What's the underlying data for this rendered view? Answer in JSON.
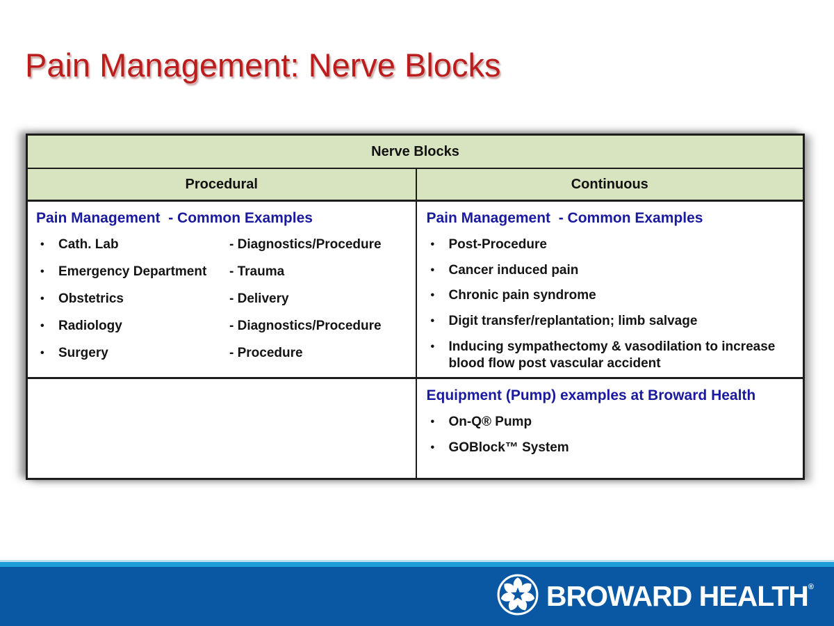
{
  "slide": {
    "title": "Pain Management: Nerve Blocks"
  },
  "table": {
    "title": "Nerve Blocks",
    "column_headers": {
      "left": "Procedural",
      "right": "Continuous"
    },
    "procedural": {
      "heading": "Pain Management  - Common Examples",
      "items": [
        {
          "dept": "Cath. Lab",
          "desc": "- Diagnostics/Procedure"
        },
        {
          "dept": "Emergency Department",
          "desc": "- Trauma"
        },
        {
          "dept": "Obstetrics",
          "desc": "- Delivery"
        },
        {
          "dept": "Radiology",
          "desc": "- Diagnostics/Procedure"
        },
        {
          "dept": "Surgery",
          "desc": "- Procedure"
        }
      ]
    },
    "continuous": {
      "heading": "Pain Management  - Common Examples",
      "items": [
        "Post-Procedure",
        "Cancer induced pain",
        "Chronic pain syndrome",
        "Digit transfer/replantation; limb salvage",
        "Inducing sympathectomy & vasodilation to increase blood flow post vascular accident"
      ]
    },
    "equipment": {
      "heading": "Equipment (Pump) examples at Broward Health",
      "items": [
        "On-Q® Pump",
        "GOBlock™ System"
      ]
    }
  },
  "footer": {
    "brand": "BROWARD HEALTH",
    "trademark": "®"
  },
  "bullet_glyph": "•",
  "colors": {
    "title_red": "#bb1d1d",
    "table_header_green": "#d8e3c0",
    "cell_heading_blue": "#1a1a9e",
    "body_text": "#141414",
    "footer_dark_blue": "#0a57a4",
    "footer_accent_blue": "#1e9ed9"
  }
}
